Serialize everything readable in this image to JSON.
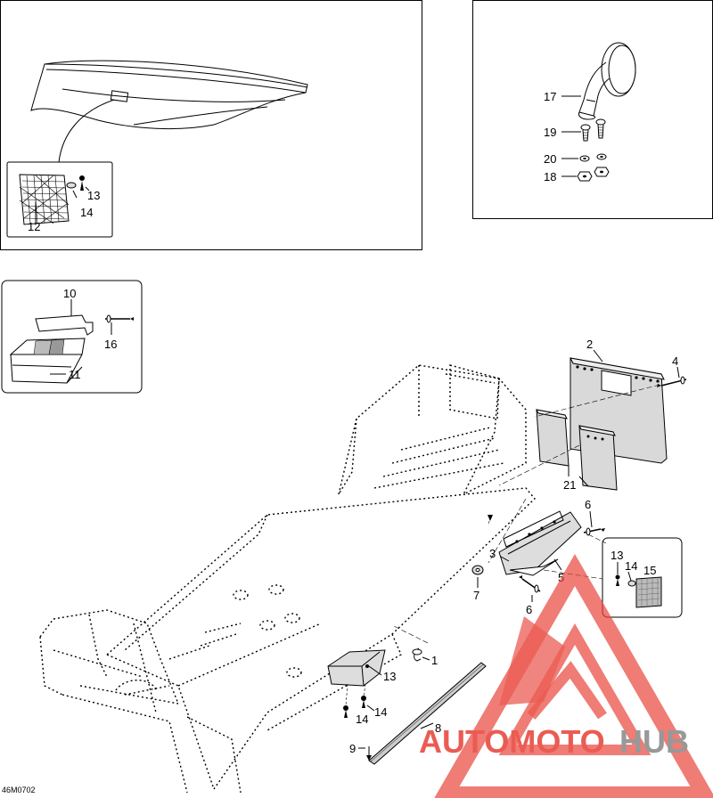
{
  "diagram_code": "46M0702",
  "callouts": {
    "c1": "1",
    "c2": "2",
    "c3": "3",
    "c4": "4",
    "c5": "5",
    "c6a": "6",
    "c6b": "6",
    "c7": "7",
    "c8": "8",
    "c9": "9",
    "c10": "10",
    "c11": "11",
    "c12": "12",
    "c13a": "13",
    "c13b": "13",
    "c13c": "13",
    "c14a": "14",
    "c14b": "14",
    "c14c": "14",
    "c15": "15",
    "c16": "16",
    "c17": "17",
    "c18": "18",
    "c19": "19",
    "c20": "20",
    "c21": "21"
  },
  "watermark": {
    "part1": "AUTOMOTO",
    "part2": "HUB",
    "color_primary": "#e8463c",
    "color_secondary": "#8a8a8a"
  }
}
